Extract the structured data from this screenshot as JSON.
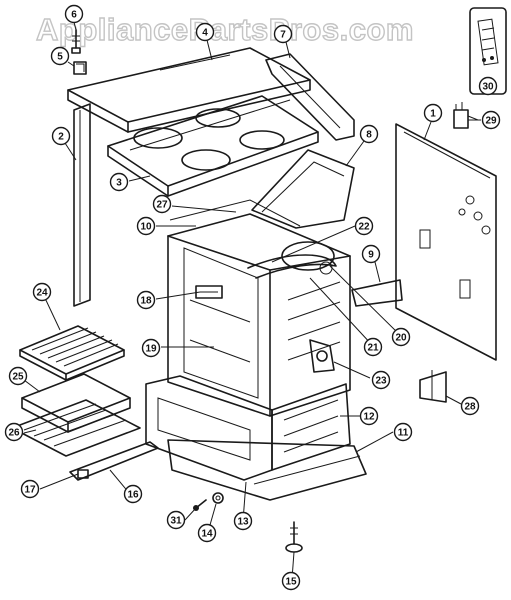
{
  "watermark": "AppliancePartsPros.com",
  "callouts": [
    {
      "label": "1"
    },
    {
      "label": "2"
    },
    {
      "label": "3"
    },
    {
      "label": "4"
    },
    {
      "label": "5"
    },
    {
      "label": "6"
    },
    {
      "label": "7"
    },
    {
      "label": "8"
    },
    {
      "label": "9"
    },
    {
      "label": "10"
    },
    {
      "label": "11"
    },
    {
      "label": "12"
    },
    {
      "label": "13"
    },
    {
      "label": "14"
    },
    {
      "label": "15"
    },
    {
      "label": "16"
    },
    {
      "label": "17"
    },
    {
      "label": "18"
    },
    {
      "label": "19"
    },
    {
      "label": "20"
    },
    {
      "label": "21"
    },
    {
      "label": "22"
    },
    {
      "label": "23"
    },
    {
      "label": "24"
    },
    {
      "label": "25"
    },
    {
      "label": "26"
    },
    {
      "label": "27"
    },
    {
      "label": "28"
    },
    {
      "label": "29"
    },
    {
      "label": "30"
    },
    {
      "label": "31"
    }
  ]
}
